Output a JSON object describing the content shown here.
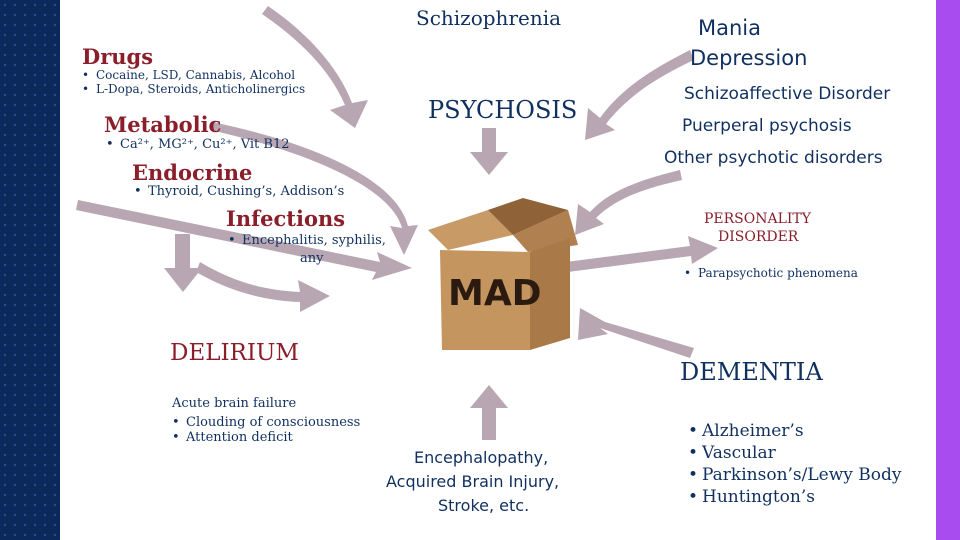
{
  "colors": {
    "accent_dark": "#0b2a5b",
    "accent_purple": "#a84bef",
    "heading_red": "#8a1f2b",
    "arrow": "#b8a6b3",
    "box": "#b98a57"
  },
  "center": {
    "box_label": "MAD"
  },
  "schizo": "Schizophrenia",
  "psychosis": "PSYCHOSIS",
  "mania": {
    "line1": "Mania",
    "line2": "Depression"
  },
  "schizoaffective": "Schizoaffective Disorder",
  "puerperal": "Puerperal psychosis",
  "other_psychotic": "Other psychotic disorders",
  "drugs": {
    "title": "Drugs",
    "items": [
      "Cocaine, LSD, Cannabis, Alcohol",
      "L-Dopa, Steroids, Anticholinergics"
    ]
  },
  "metabolic": {
    "title": "Metabolic",
    "item_prefix": "Ca",
    "item": "Ca²⁺, MG²⁺, Cu²⁺, Vit B12"
  },
  "endocrine": {
    "title": "Endocrine",
    "item": "Thyroid, Cushing’s, Addison’s"
  },
  "infections": {
    "title": "Infections",
    "item_line1": "Encephalitis, syphilis,",
    "item_line2": "any"
  },
  "personality": {
    "line1": "PERSONALITY",
    "line2": "DISORDER",
    "item": "Parapsychotic phenomena"
  },
  "delirium": {
    "title": "DELIRIUM",
    "subtitle": "Acute brain failure",
    "items": [
      "Clouding of consciousness",
      "Attention deficit"
    ]
  },
  "encephalopathy": {
    "line1": "Encephalopathy,",
    "line2": "Acquired Brain Injury,",
    "line3": "Stroke, etc."
  },
  "dementia": {
    "title": "DEMENTIA",
    "items": [
      "Alzheimer’s",
      "Vascular",
      "Parkinson’s/Lewy Body",
      "Huntington’s"
    ]
  }
}
